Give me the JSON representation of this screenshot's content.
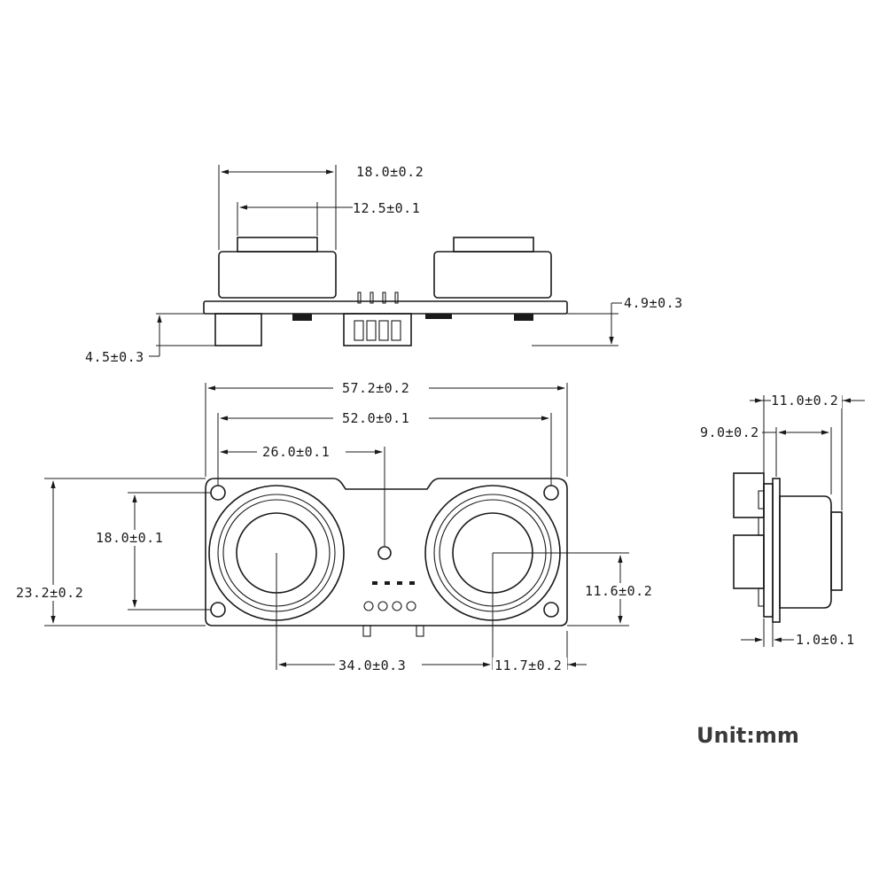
{
  "unit_label": "Unit:mm",
  "top_view": {
    "transducer_outer_width": "18.0±0.2",
    "transducer_inner_width": "12.5±0.1",
    "pcb_thickness_right": "4.9±0.3",
    "pcb_thickness_left": "4.5±0.3"
  },
  "front_view": {
    "board_width": "57.2±0.2",
    "hole_spacing_horizontal": "52.0±0.1",
    "half_width": "26.0±0.1",
    "hole_spacing_vertical": "18.0±0.1",
    "board_height": "23.2±0.2",
    "transducer_spacing": "34.0±0.3",
    "transducer_center_vertical": "11.6±0.2",
    "transducer_center_horizontal": "11.7±0.2"
  },
  "side_view": {
    "total_depth": "11.0±0.2",
    "transducer_depth": "9.0±0.2",
    "pcb_thickness": "1.0±0.1"
  }
}
